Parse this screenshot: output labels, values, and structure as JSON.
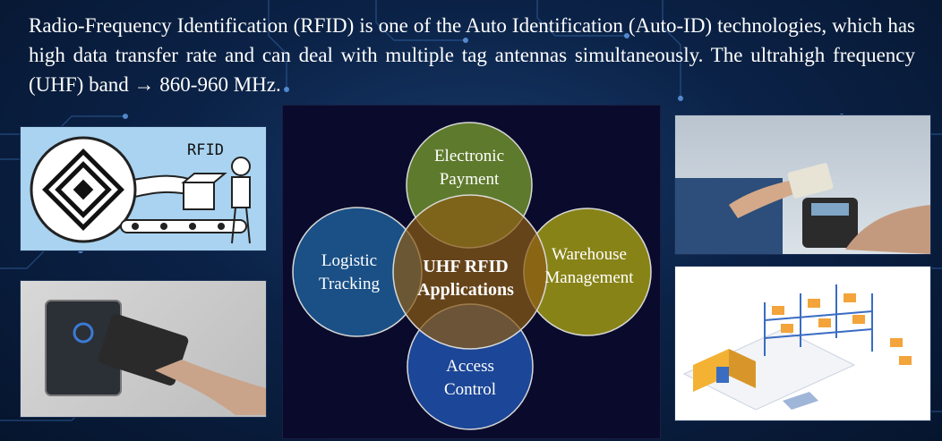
{
  "slide": {
    "intro_text": "Radio-Frequency Identification (RFID) is one of the Auto Identification (Auto-ID) technologies, which has high data transfer rate and can deal with multiple tag antennas simultaneously. The ultrahigh frequency (UHF) band → 860-960 MHz."
  },
  "diagram": {
    "center": {
      "line1": "UHF RFID",
      "line2": "Applications"
    },
    "nodes": [
      {
        "line1": "Electronic",
        "line2": "Payment",
        "color": "#6a8a2c"
      },
      {
        "line1": "Warehouse",
        "line2": "Management",
        "color": "#9a9414"
      },
      {
        "line1": "Access",
        "line2": "Control",
        "color": "#1f4fa6"
      },
      {
        "line1": "Logistic",
        "line2": "Tracking",
        "color": "#1d5a93"
      }
    ],
    "center_color": "#8a5a14"
  },
  "images": {
    "rfid_sketch_caption": "RFID"
  }
}
